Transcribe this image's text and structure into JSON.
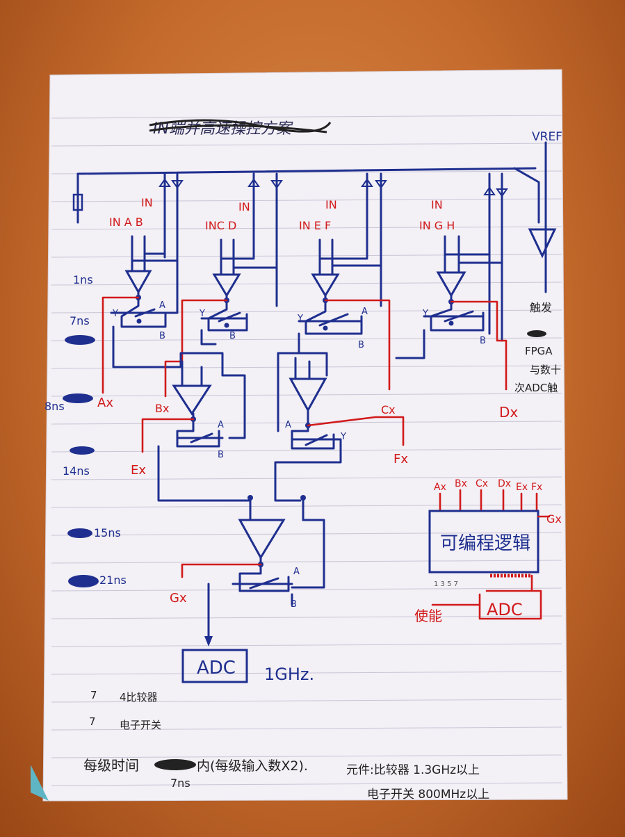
{
  "title": "IN端并高速操控方案",
  "vref": "VREF",
  "inputs": [
    {
      "label": "IN A B",
      "top": "IN"
    },
    {
      "label": "INC D",
      "top": "IN"
    },
    {
      "label": "IN E F",
      "top": "IN"
    },
    {
      "label": "IN G H",
      "top": "IN"
    }
  ],
  "switch_labels": {
    "y": "Y",
    "a": "A",
    "b": "B"
  },
  "stage_outputs": {
    "stage1": [
      "Ax",
      "Bx",
      "Cx",
      "Dx"
    ],
    "stage2": [
      "Ex",
      "Fx"
    ],
    "stage3": "Gx"
  },
  "timings": [
    "1ns",
    "7ns",
    "8ns",
    "14ns",
    "15ns",
    "21ns"
  ],
  "trigger_note": [
    "触发",
    "FPGA",
    "与数十",
    "次ADC触"
  ],
  "adc_main": {
    "label": "ADC",
    "freq": "1GHz."
  },
  "logic_block": {
    "label": "可编程逻辑",
    "inputs": [
      "Ax",
      "Bx",
      "Cx",
      "Dx",
      "Ex",
      "Fx"
    ],
    "output": "Gx",
    "adc": "ADC",
    "pins": "1 3 5 7",
    "enable": "使能"
  },
  "parts": [
    {
      "count": "7",
      "name": "4比较器"
    },
    {
      "count": "7",
      "name": "电子开关"
    }
  ],
  "footer": {
    "stage_time": "每级时间",
    "stage_value": "7ns",
    "stage_note": "内(每级输入数X2).",
    "components": "元件:比较器 1.3GHz以上",
    "switch_spec": "电子开关  800MHz以上"
  },
  "colors": {
    "ink_blue": "#1f2f8f",
    "ink_red": "#d11a1a",
    "paper": "#f4f1f6"
  }
}
